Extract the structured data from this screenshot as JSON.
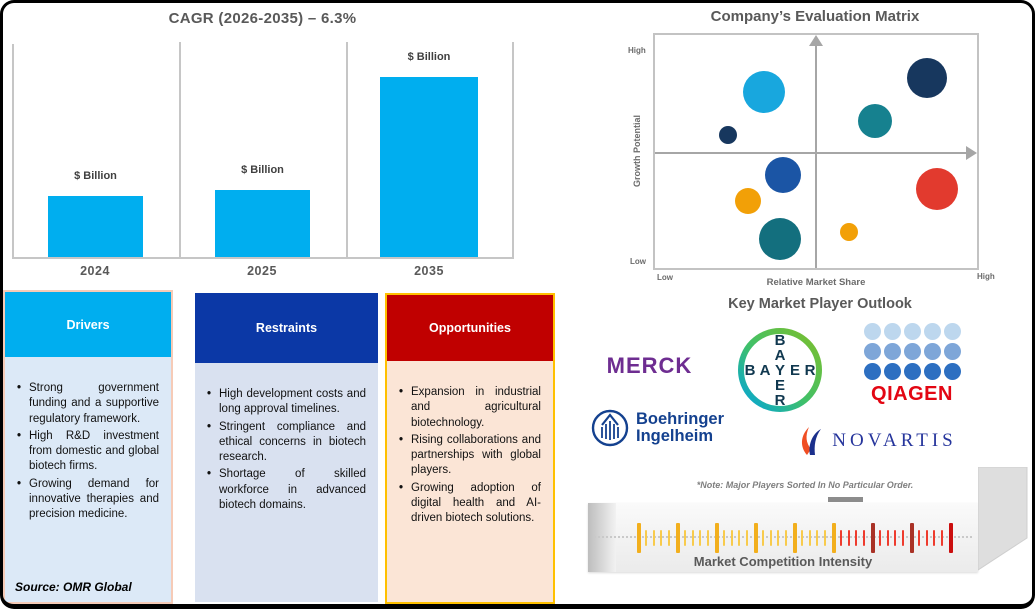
{
  "chart_data": [
    {
      "type": "bar",
      "title": "CAGR (2026-2035) – 6.3%",
      "categories": [
        "2024",
        "2025",
        "2035"
      ],
      "values_relative": [
        1.0,
        1.1,
        2.95
      ],
      "bar_value_label": "$ Billion",
      "ylabel": "$ Billion",
      "bar_color": "#00AEEF",
      "note": "Numeric values are masked in the source image; each bar is labeled only '$ Billion'. Heights are relative."
    },
    {
      "type": "bubble",
      "title": "Company’s Evaluation Matrix",
      "xlabel": "Relative Market Share",
      "ylabel": "Growth Potential",
      "x_axis_ends": [
        "Low",
        "High"
      ],
      "y_axis_ends": [
        "Low",
        "High"
      ],
      "points": [
        {
          "x": 0.34,
          "y": 0.75,
          "size": 21,
          "color": "#18A7DE"
        },
        {
          "x": 0.23,
          "y": 0.57,
          "size": 9,
          "color": "#17375E"
        },
        {
          "x": 0.84,
          "y": 0.81,
          "size": 20,
          "color": "#17375E"
        },
        {
          "x": 0.68,
          "y": 0.63,
          "size": 17,
          "color": "#16818F"
        },
        {
          "x": 0.4,
          "y": 0.4,
          "size": 18,
          "color": "#1B55A5"
        },
        {
          "x": 0.29,
          "y": 0.29,
          "size": 13,
          "color": "#F2A007"
        },
        {
          "x": 0.39,
          "y": 0.13,
          "size": 21,
          "color": "#136F7E"
        },
        {
          "x": 0.6,
          "y": 0.16,
          "size": 9,
          "color": "#F2A007"
        },
        {
          "x": 0.87,
          "y": 0.34,
          "size": 21,
          "color": "#E23A2E"
        }
      ]
    }
  ],
  "columns": [
    {
      "title": "Drivers",
      "header_bg": "#00AEEF",
      "body_bg": "#DCE9F7",
      "border_color": "#F6CBB7",
      "bullets": [
        "Strong government funding and a supportive regulatory framework.",
        "High R&D investment from domestic and global biotech firms.",
        "Growing demand for innovative therapies and precision medicine."
      ]
    },
    {
      "title": "Restraints",
      "header_bg": "#0B38A6",
      "body_bg": "#D9E1F0",
      "border_color": "transparent",
      "bullets": [
        "High development costs and long approval timelines.",
        "Stringent compliance and ethical concerns in biotech research.",
        "Shortage of skilled workforce in advanced biotech domains."
      ]
    },
    {
      "title": "Opportunities",
      "header_bg": "#C00000",
      "body_bg": "#FBE5D6",
      "border_color": "#FFC000",
      "bullets": [
        "Expansion in industrial and agricultural biotechnology.",
        "Rising collaborations and partnerships with global players.",
        "Growing adoption of digital health and AI-driven biotech solutions."
      ]
    }
  ],
  "source_note": "Source: OMR Global",
  "players": {
    "title": "Key Market Player Outlook",
    "note": "*Note: Major Players Sorted In No Particular Order.",
    "merck_text": "MERCK",
    "bayer_text": "BAYER",
    "qiagen_text": "QIAGEN",
    "qiagen_dot_colors": [
      "#BDD7EE",
      "#7EA6D8",
      "#2D6FC1"
    ],
    "boehringer_line1": "Boehringer",
    "boehringer_line2": "Ingelheim",
    "novartis_text": "NOVARTIS"
  },
  "competition_gauge": {
    "label": "Market Competition Intensity",
    "tick_count": 41,
    "tall_every": 5,
    "yellow_through_index": 25,
    "colors": {
      "yellow_short": "#F8CB4C",
      "yellow_tall": "#F2AF1D",
      "red_short": "#EE3B2D",
      "red_tall": "#A93226",
      "red_tall_end": "#CB0E0E"
    }
  }
}
